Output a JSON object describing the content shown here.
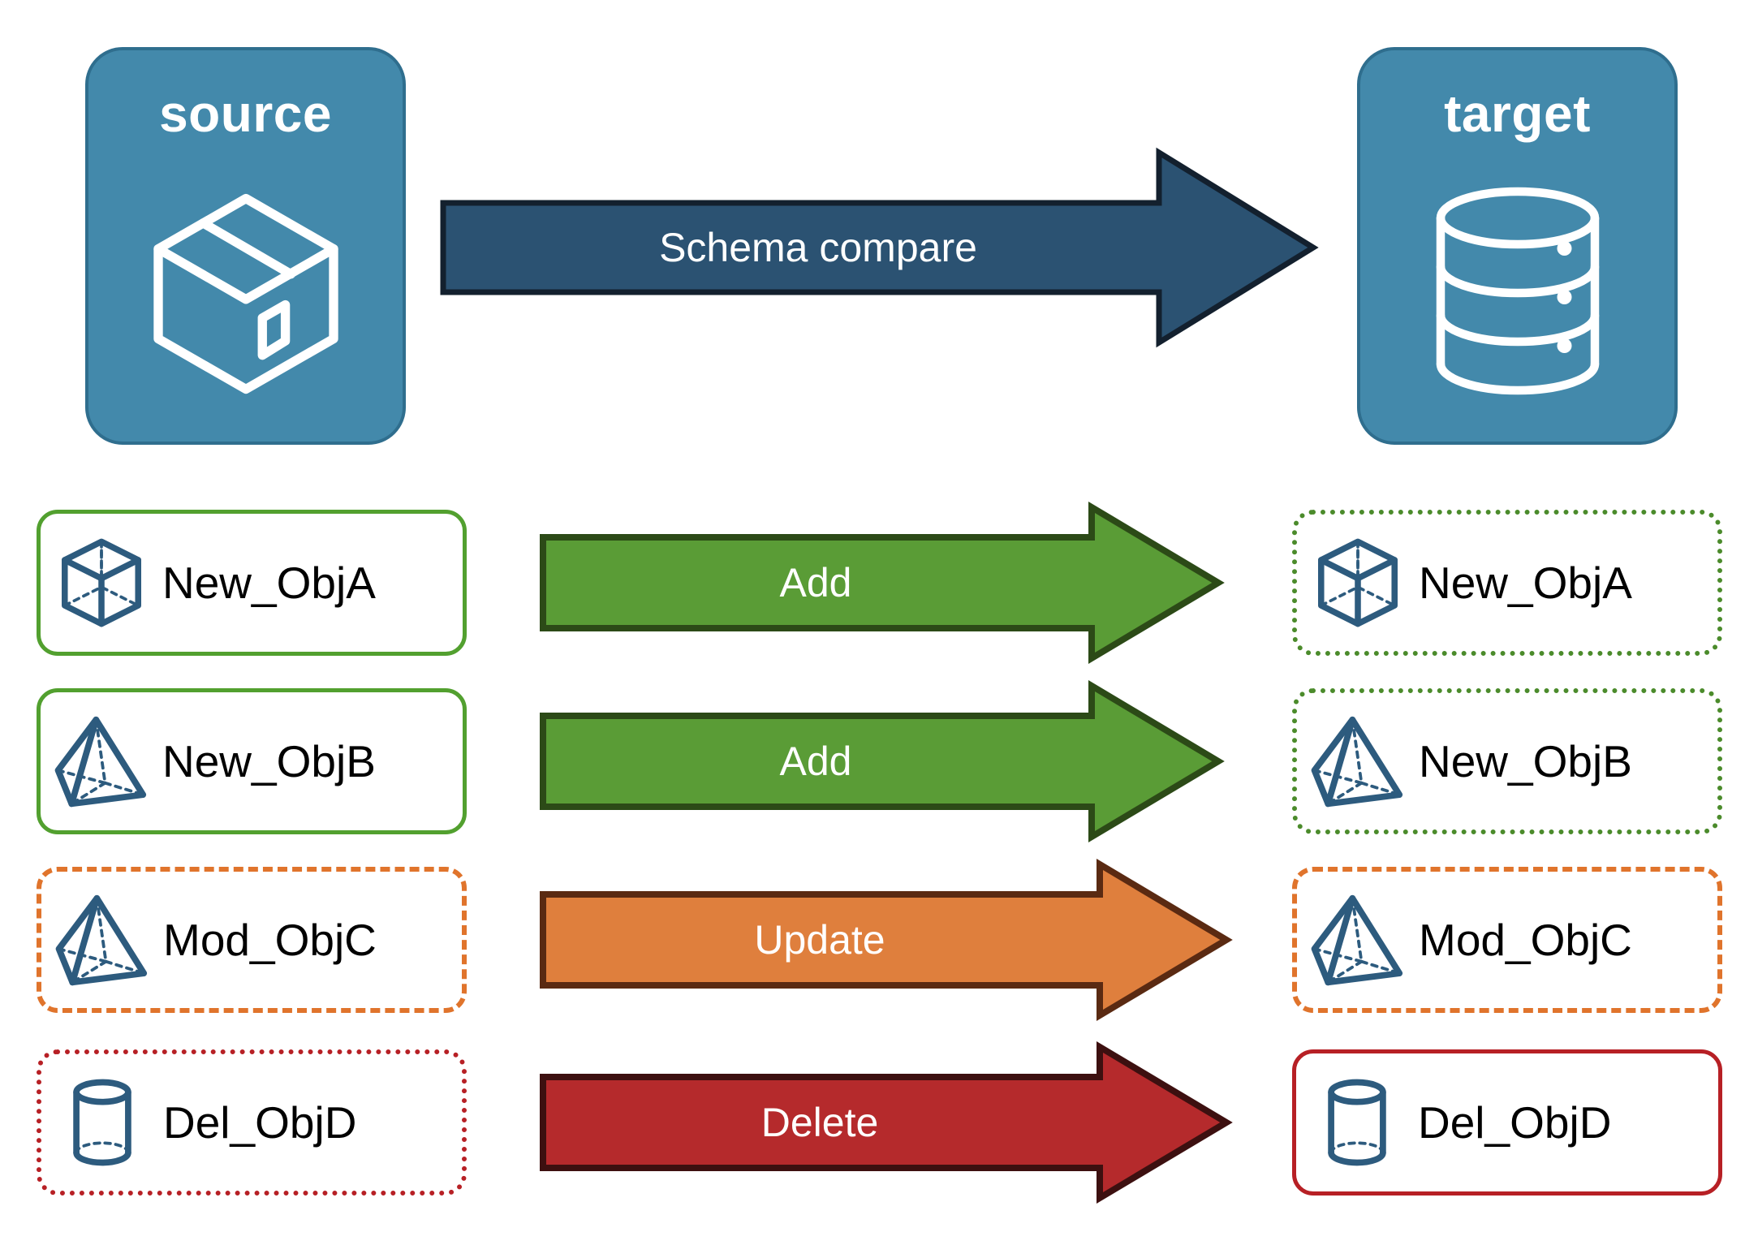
{
  "diagram": {
    "title": "Schema compare",
    "endpoints": [
      {
        "id": "source",
        "label": "source",
        "icon": "package-box-icon"
      },
      {
        "id": "target",
        "label": "target",
        "icon": "database-cylinder-icon"
      }
    ],
    "main_arrow": {
      "label": "Schema compare",
      "icon": "right-arrow-icon"
    },
    "rows": [
      {
        "action": "Add",
        "source": {
          "label": "New_ObjA",
          "icon": "cube-wireframe-icon",
          "border": "solid-green"
        },
        "target": {
          "label": "New_ObjA",
          "icon": "cube-wireframe-icon",
          "border": "dotted-green"
        }
      },
      {
        "action": "Add",
        "source": {
          "label": "New_ObjB",
          "icon": "pyramid-wireframe-icon",
          "border": "solid-green"
        },
        "target": {
          "label": "New_ObjB",
          "icon": "pyramid-wireframe-icon",
          "border": "dotted-green"
        }
      },
      {
        "action": "Update",
        "source": {
          "label": "Mod_ObjC",
          "icon": "pyramid-wireframe-icon",
          "border": "dashed-orange"
        },
        "target": {
          "label": "Mod_ObjC",
          "icon": "pyramid-wireframe-icon",
          "border": "dashed-orange"
        }
      },
      {
        "action": "Delete",
        "source": {
          "label": "Del_ObjD",
          "icon": "cylinder-wireframe-icon",
          "border": "dotted-red"
        },
        "target": {
          "label": "Del_ObjD",
          "icon": "cylinder-wireframe-icon",
          "border": "solid-red"
        }
      }
    ]
  },
  "colors": {
    "endpoint_fill": "#4389ab",
    "endpoint_border": "#2f6e8e",
    "schema_arrow_fill": "#2b5272",
    "schema_arrow_stroke": "#13202e",
    "add_fill": "#5a9c36",
    "add_stroke": "#2c4a17",
    "update_fill": "#df7f3d",
    "update_stroke": "#5a2a12",
    "delete_fill": "#b52a2c",
    "delete_stroke": "#3d1010",
    "object_icon": "#2d5b7e",
    "green_solid": "#52a02f",
    "green_dotted": "#4b8b2b",
    "orange_dashed": "#e0742c",
    "red": "#b72025",
    "label_text": "#000000",
    "arrow_text": "#ffffff"
  }
}
